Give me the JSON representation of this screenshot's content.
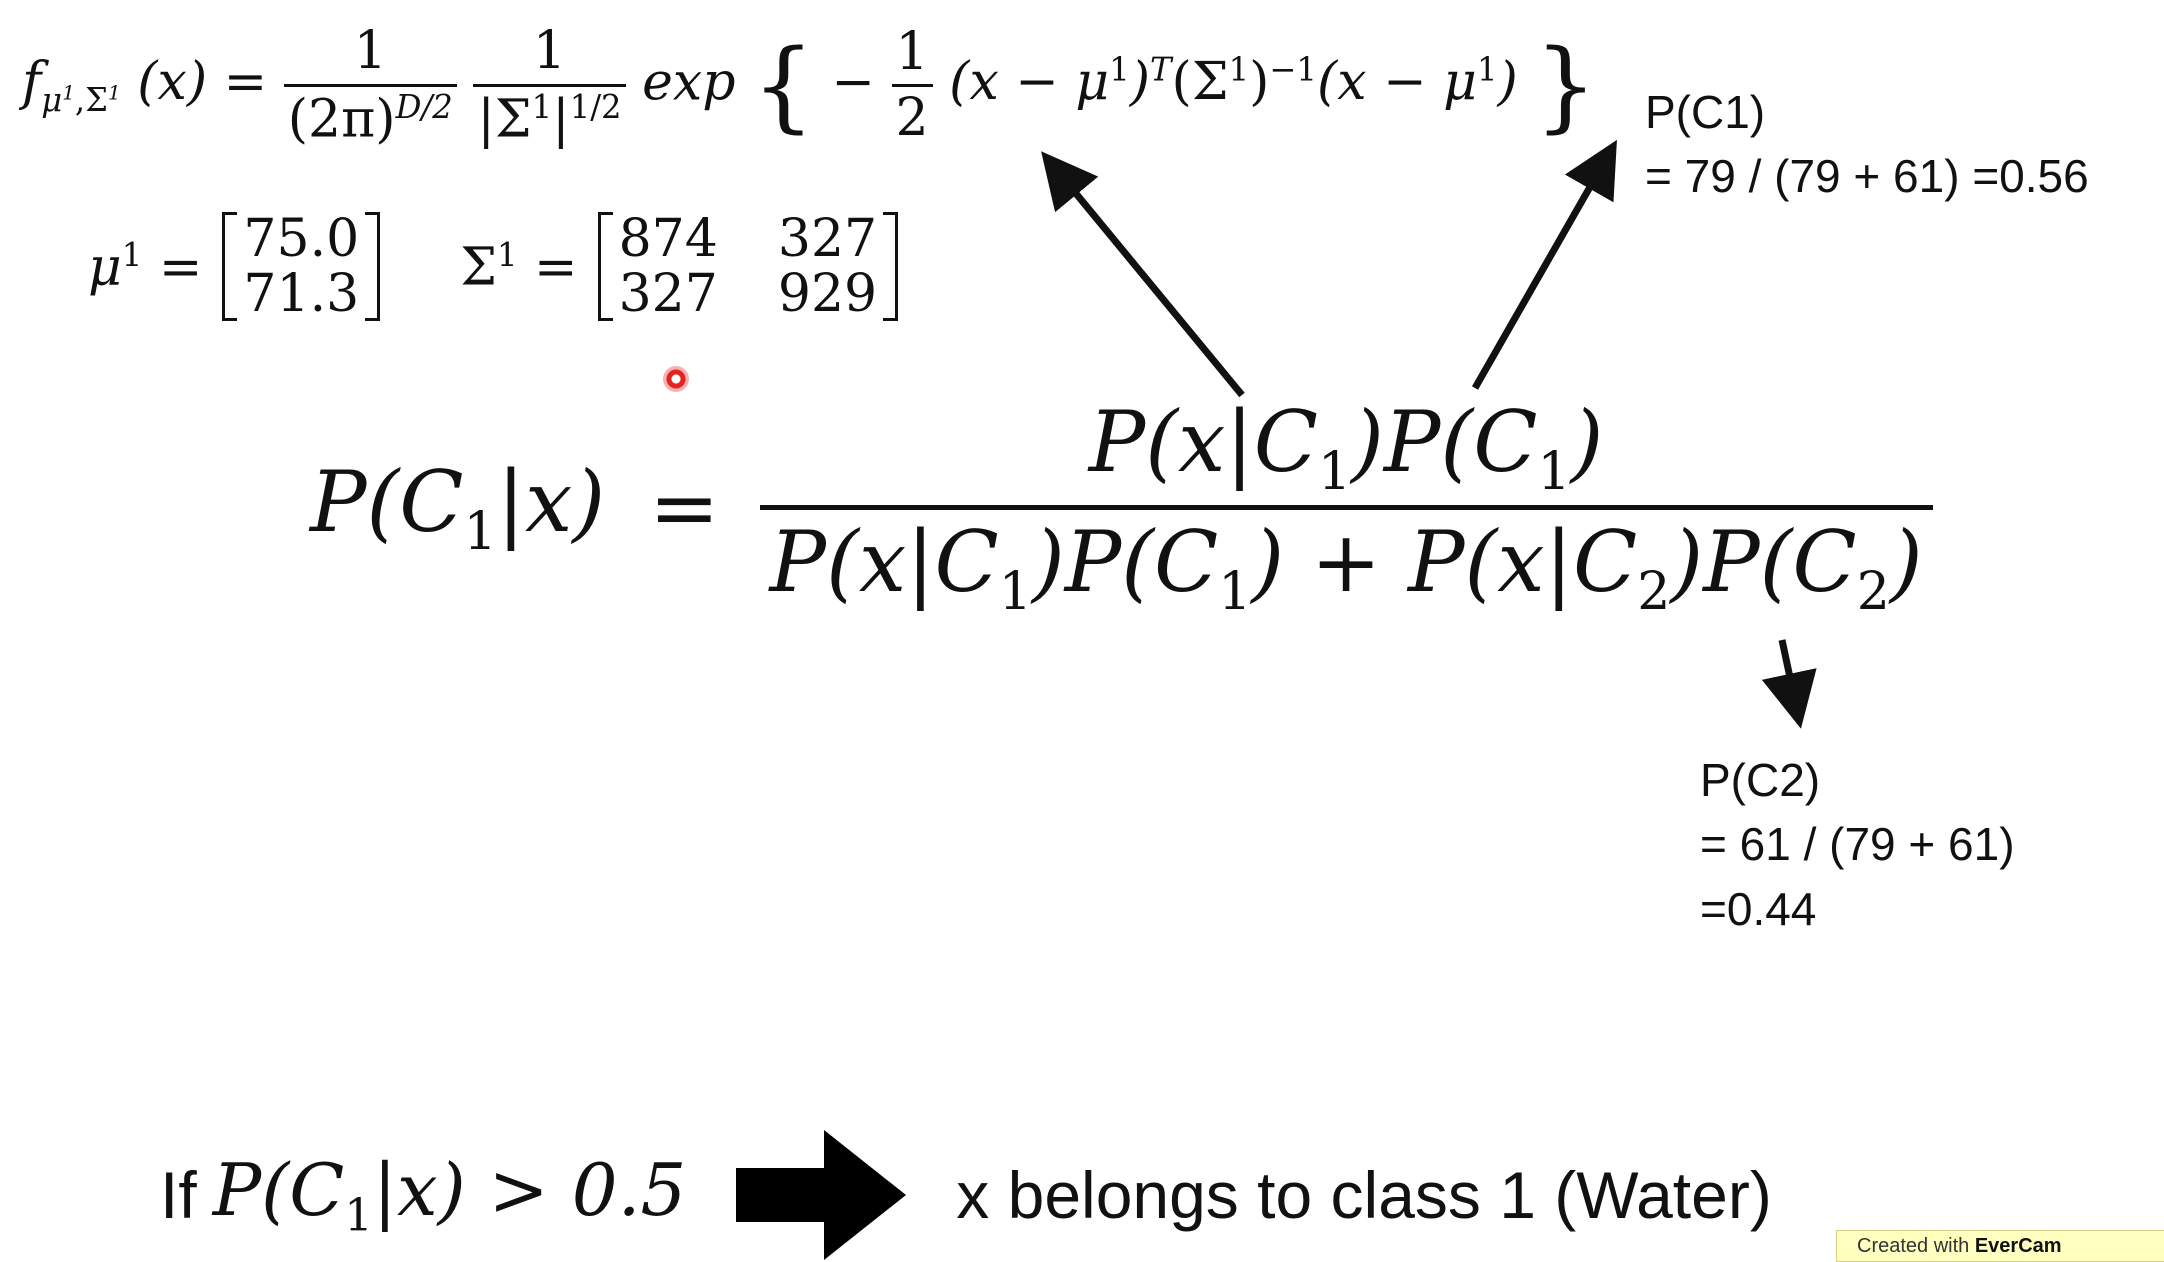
{
  "density_formula": {
    "lhs_f": "f",
    "lhs_sub": "μ",
    "lhs_sub_sup1": "1",
    "lhs_sub_comma": ",Σ",
    "lhs_sub_sup2": "1",
    "lhs_arg": "(x) =",
    "frac1_num": "1",
    "frac1_den": "(2π)",
    "frac1_den_sup": "D/2",
    "frac2_num": "1",
    "frac2_den": "|Σ",
    "frac2_den_sup1": "1",
    "frac2_den_mid": "|",
    "frac2_den_sup2": "1/2",
    "exp_word": "exp",
    "brace_open": "{",
    "minus": "−",
    "half_num": "1",
    "half_den": "2",
    "quad_part1": "(x − μ",
    "quad_sup1": "1",
    "quad_part2": ")",
    "quad_sup2": "T",
    "quad_part3": "(Σ",
    "quad_sup3": "1",
    "quad_part4": ")",
    "quad_sup4": "−1",
    "quad_part5": "(x − μ",
    "quad_sup5": "1",
    "quad_part6": ")",
    "brace_close": "}"
  },
  "params": {
    "mu_label": "μ",
    "mu_sup": "1",
    "mu_eq": "=",
    "mu_values": [
      "75.0",
      "71.3"
    ],
    "sigma_label": "Σ",
    "sigma_sup": "1",
    "sigma_eq": "=",
    "sigma_values": [
      "874",
      "327",
      "327",
      "929"
    ]
  },
  "bayes": {
    "lhs": "P(C",
    "lhs_sub": "1",
    "lhs_end": "|x)",
    "eq": "=",
    "num_a": "P(x|C",
    "num_sub1": "1",
    "num_b": ")P(C",
    "num_sub2": "1",
    "num_c": ")",
    "den_a": "P(x|C",
    "den_sub1": "1",
    "den_b": ")P(C",
    "den_sub2": "1",
    "den_c": ") + P(x|C",
    "den_sub3": "2",
    "den_d": ")P(C",
    "den_sub4": "2",
    "den_e": ")"
  },
  "notes": {
    "pc1_lines": [
      "P(C1)",
      "= 79 / (79 + 61) =0.56"
    ],
    "pc2_lines": [
      "P(C2)",
      "= 61 / (79 + 61)",
      "=0.44"
    ]
  },
  "rule": {
    "if_word": "If",
    "cond_a": "P(C",
    "cond_sub": "1",
    "cond_b": "|x) > 0.5",
    "conclusion": "x belongs to class 1 (Water)"
  },
  "badge": {
    "prefix": "Created with",
    "brand": "EverCam"
  },
  "colors": {
    "ink": "#111111",
    "cursor": "#e3231d",
    "badge_bg": "#ffffc0"
  }
}
